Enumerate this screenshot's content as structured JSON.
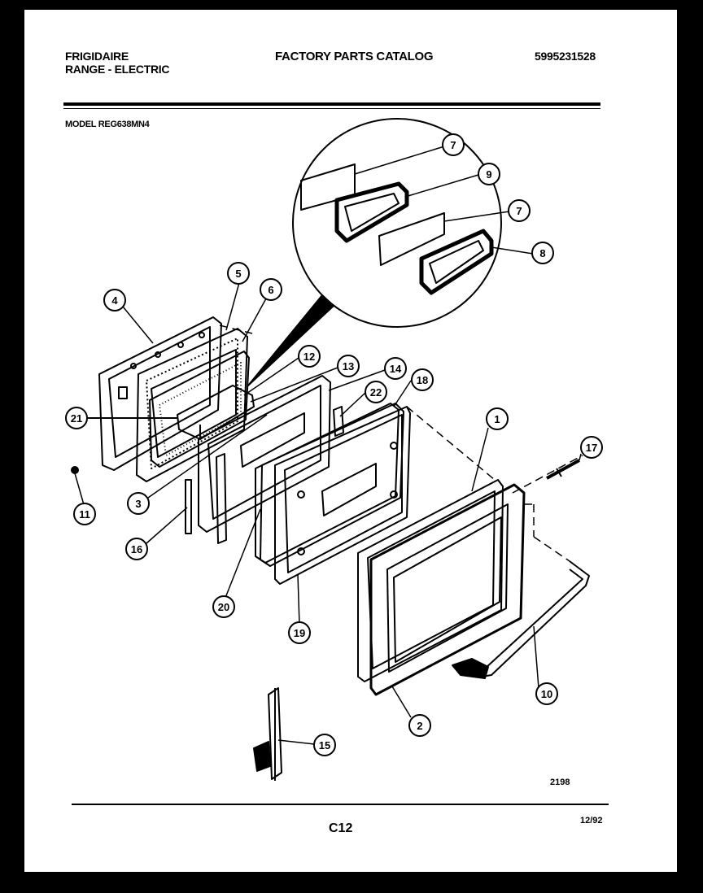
{
  "header": {
    "brand": "FRIGIDAIRE",
    "category": "RANGE - ELECTRIC",
    "title": "FACTORY PARTS CATALOG",
    "catalog_number": "5995231528",
    "model": "MODEL REG638MN4"
  },
  "callouts": [
    "1",
    "2",
    "3",
    "4",
    "5",
    "6",
    "7",
    "8",
    "9",
    "10",
    "11",
    "12",
    "13",
    "14",
    "15",
    "16",
    "17",
    "18",
    "19",
    "20",
    "21",
    "22"
  ],
  "footer": {
    "drawing_number": "2198",
    "page_code": "C12",
    "date": "12/92"
  },
  "colors": {
    "ink": "#000000",
    "paper": "#ffffff",
    "frame": "#000000"
  }
}
